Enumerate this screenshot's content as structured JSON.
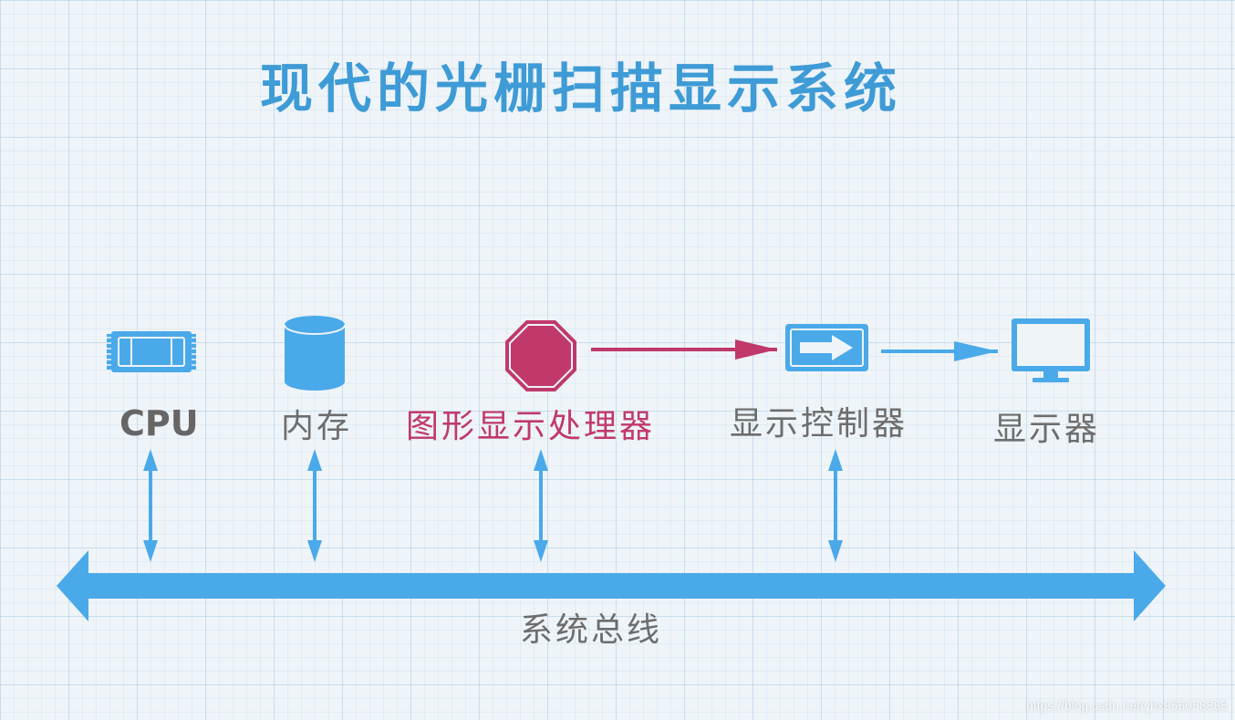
{
  "title": "现代的光栅扫描显示系统",
  "components": {
    "cpu": "CPU",
    "memory": "内存",
    "gpu": "图形显示处理器",
    "display_controller": "显示控制器",
    "display": "显示器"
  },
  "bus_label": "系统总线",
  "watermark": "https://blog.csdn.net/yhx956058885",
  "colors": {
    "title": "#3e9bd6",
    "icon_blue": "#4aa9e9",
    "bus_blue": "#4aa9e9",
    "gpu_red": "#c0396a",
    "label_gray": "#6d6d6d"
  },
  "icons": [
    "cpu-chip-icon",
    "database-cylinder-icon",
    "stop-octagon-icon",
    "arrow-sign-icon",
    "monitor-icon"
  ]
}
